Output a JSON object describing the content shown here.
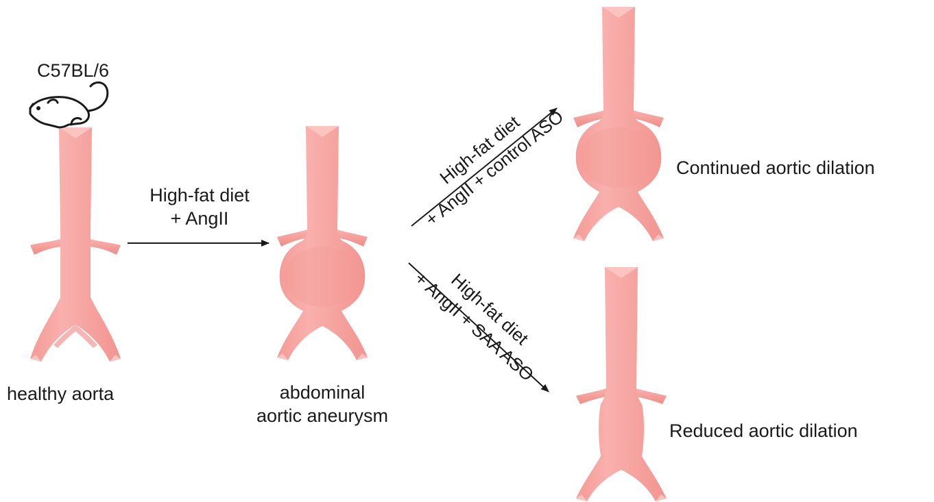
{
  "mouse_strain": "C57BL/6",
  "stages": {
    "healthy": "healthy aorta",
    "aneurysm_line1": "abdominal",
    "aneurysm_line2": "aortic aneurysm"
  },
  "treatment_1": {
    "line1": "High-fat diet",
    "line2": "+ AngII"
  },
  "treatment_control": {
    "line1": "High-fat diet",
    "line2": "+ AngII + control ASO"
  },
  "treatment_saa": {
    "line1": "High-fat diet",
    "line2": "+ AngII + SAA ASO"
  },
  "outcomes": {
    "continued": "Continued aortic dilation",
    "reduced": "Reduced aortic dilation"
  },
  "colors": {
    "aorta_fill": "#f7a3a0",
    "aorta_shade": "#ee8580",
    "aorta_highlight": "#fbc4c1",
    "arrow": "#1a1a1a"
  },
  "icons": {
    "mouse": "mouse-icon"
  }
}
